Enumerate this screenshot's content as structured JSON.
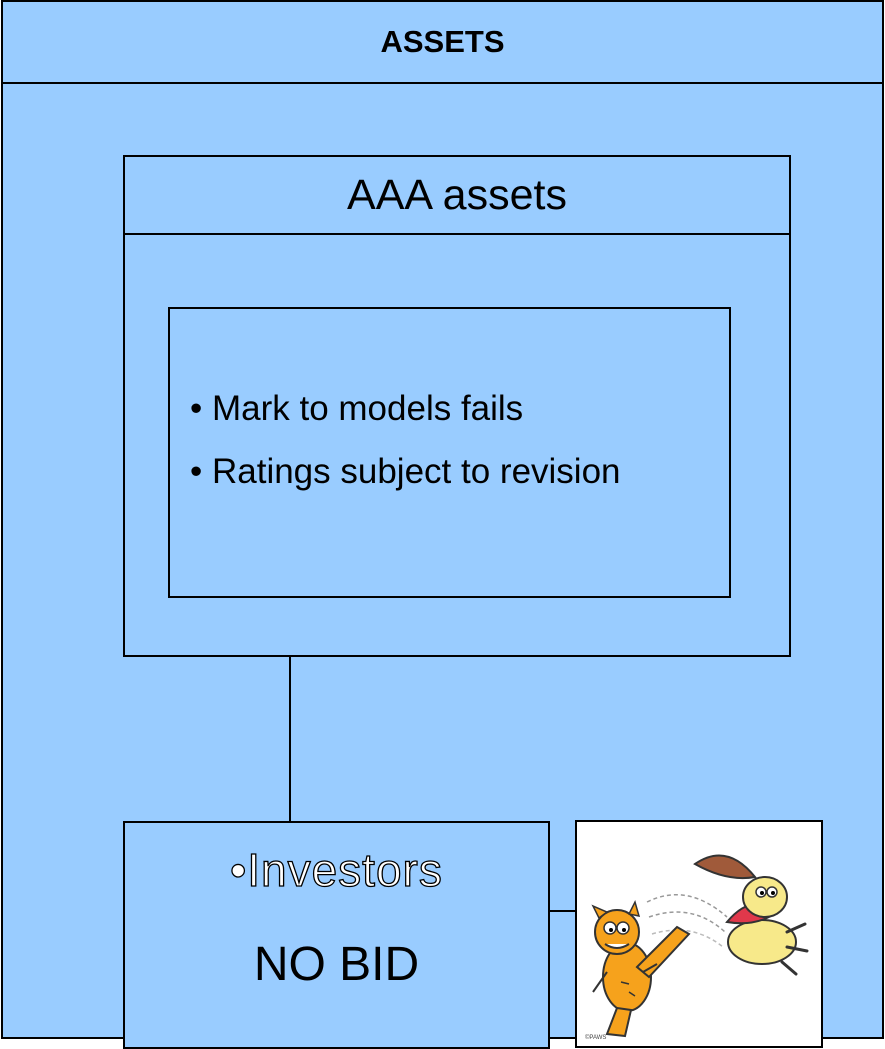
{
  "outer": {
    "title": "ASSETS"
  },
  "aaa_box": {
    "title": "AAA assets",
    "bullets": [
      "• Mark to models fails",
      "• Ratings subject to revision"
    ]
  },
  "investors_box": {
    "label": "•Investors",
    "status": "NO BID"
  },
  "cartoon": {
    "copyright": "©PAWS"
  },
  "colors": {
    "box_fill": "#99ccff",
    "border": "#000000"
  }
}
